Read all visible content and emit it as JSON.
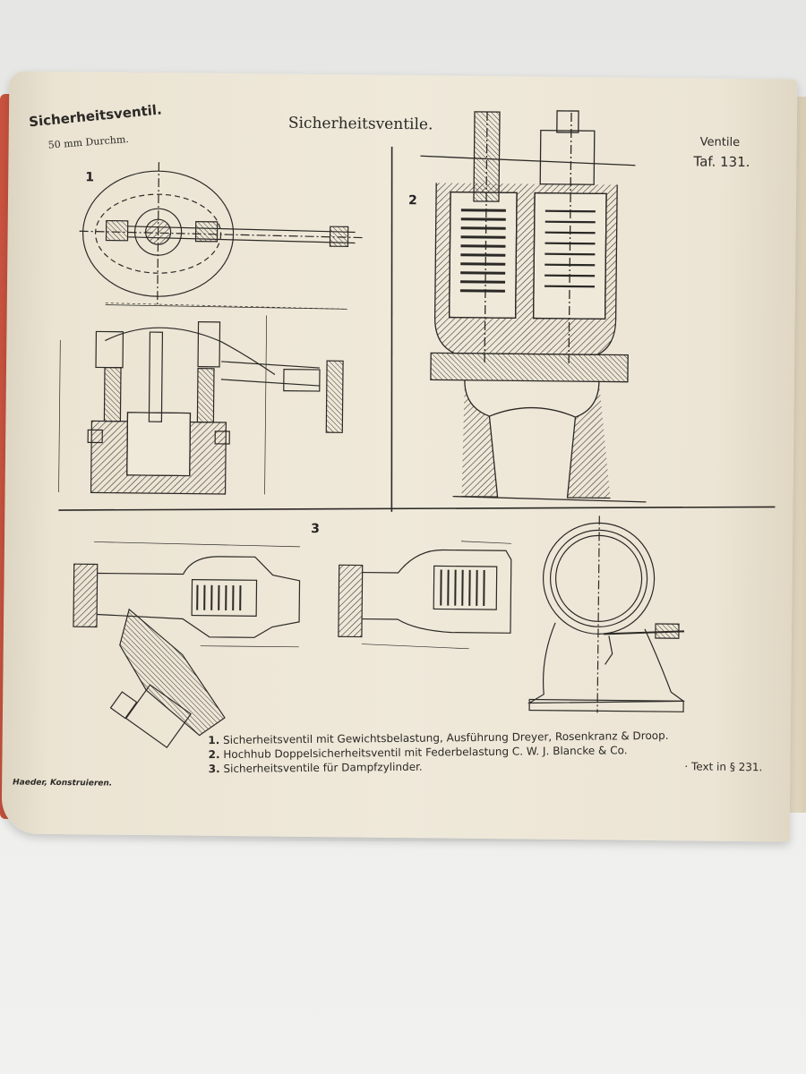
{
  "header": {
    "left_title": "Sicherheitsventil.",
    "left_subtitle": "50 mm Durchm.",
    "center_title": "Sicherheitsventile.",
    "right_label": "Ventile",
    "right_plate": "Taf. 131."
  },
  "figures": {
    "fig1": "1",
    "fig2": "2",
    "fig3": "3"
  },
  "captions": [
    {
      "num": "1.",
      "text": "Sicherheitsventil mit Gewichtsbelastung, Ausführung Dreyer, Rosenkranz & Droop."
    },
    {
      "num": "2.",
      "text": "Hochhub Doppelsicherheitsventil mit Federbelastung C. W. J. Blancke & Co."
    },
    {
      "num": "3.",
      "text": "Sicherheitsventile für Dampfzylinder."
    }
  ],
  "text_reference": "· Text in § 231.",
  "publisher": "Haeder, Konstruieren.",
  "colors": {
    "paper": "#efe9da",
    "ink": "#2b2926",
    "cover": "#c9533f"
  }
}
